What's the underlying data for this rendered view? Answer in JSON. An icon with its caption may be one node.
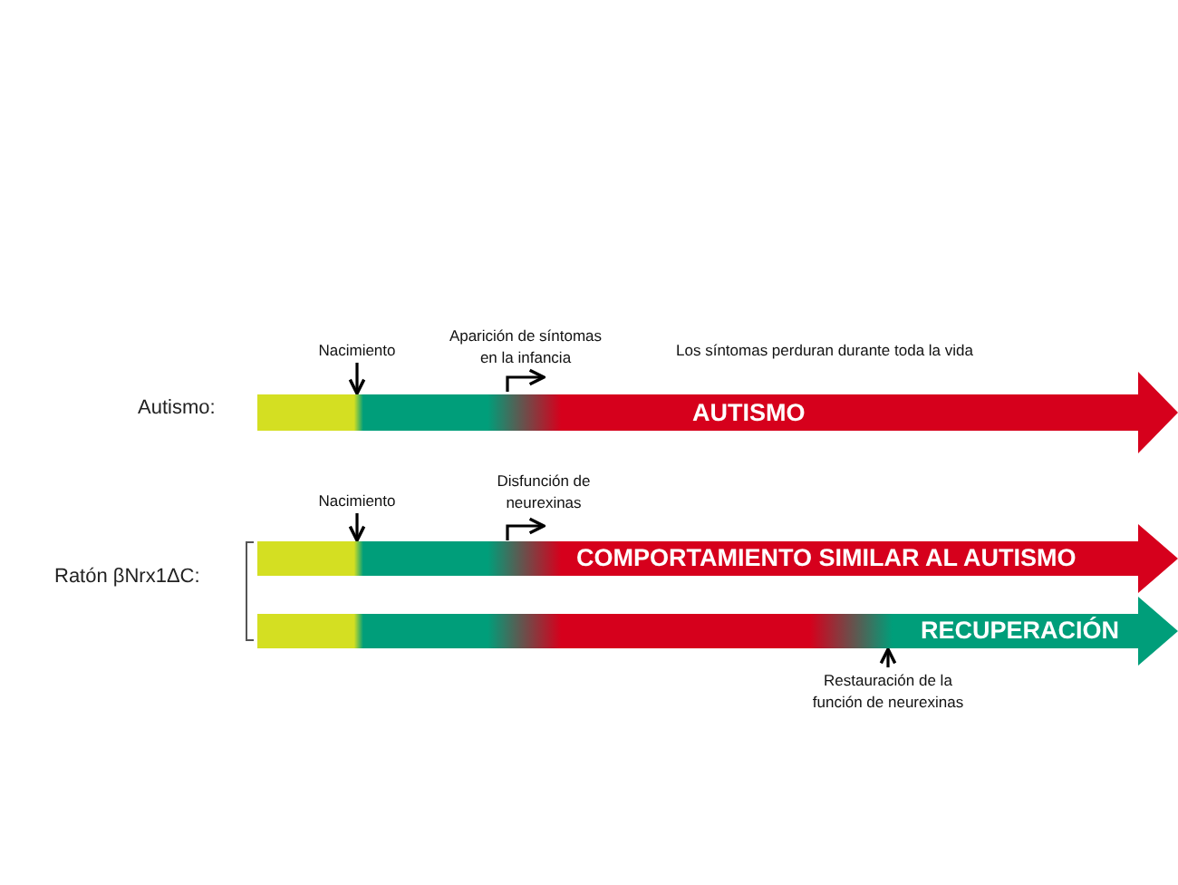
{
  "diagram": {
    "nodes": [
      {
        "text": [
          "AUTISMO"
        ]
      },
      {
        "text": [
          "COMPORTAMIENTO SIMILAR AL AUTISMO"
        ]
      },
      {
        "text": [
          "RECUPERACIÓN"
        ]
      },
      {
        "text": [
          "Nacimiento"
        ]
      },
      {
        "text": [
          "Nacimiento"
        ]
      },
      {
        "text": [
          "Restauración de la función de neurexinas"
        ]
      }
    ],
    "edges": [
      {
        "from": 3,
        "to": 0,
        "arrow": "to"
      },
      {
        "from": 4,
        "to": 1,
        "arrow": "to"
      },
      {
        "from": 5,
        "to": 2,
        "arrow": "to"
      }
    ],
    "labels": [
      "Aparición de síntomas en la infancia",
      "Los síntomas perduran durante toda la vida",
      "Autismo:",
      "Disfunción de neurexinas",
      "Ratón βNrx1ΔC:"
    ]
  }
}
